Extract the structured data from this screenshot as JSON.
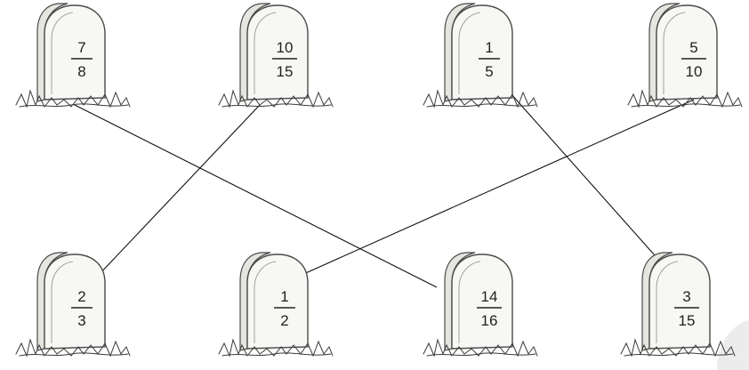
{
  "colors": {
    "line": "#111111",
    "stone": "#f7f7f3",
    "ink": "#222222"
  },
  "tombstones": [
    {
      "id": "t1",
      "numerator": "7",
      "denominator": "8"
    },
    {
      "id": "t2",
      "numerator": "10",
      "denominator": "15"
    },
    {
      "id": "t3",
      "numerator": "1",
      "denominator": "5"
    },
    {
      "id": "t4",
      "numerator": "5",
      "denominator": "10"
    },
    {
      "id": "t5",
      "numerator": "2",
      "denominator": "3"
    },
    {
      "id": "t6",
      "numerator": "1",
      "denominator": "2"
    },
    {
      "id": "t7",
      "numerator": "14",
      "denominator": "16"
    },
    {
      "id": "t8",
      "numerator": "3",
      "denominator": "15"
    }
  ],
  "matches": [
    {
      "from": "t1",
      "to": "t7"
    },
    {
      "from": "t2",
      "to": "t5"
    },
    {
      "from": "t3",
      "to": "t8"
    },
    {
      "from": "t4",
      "to": "t6"
    }
  ]
}
